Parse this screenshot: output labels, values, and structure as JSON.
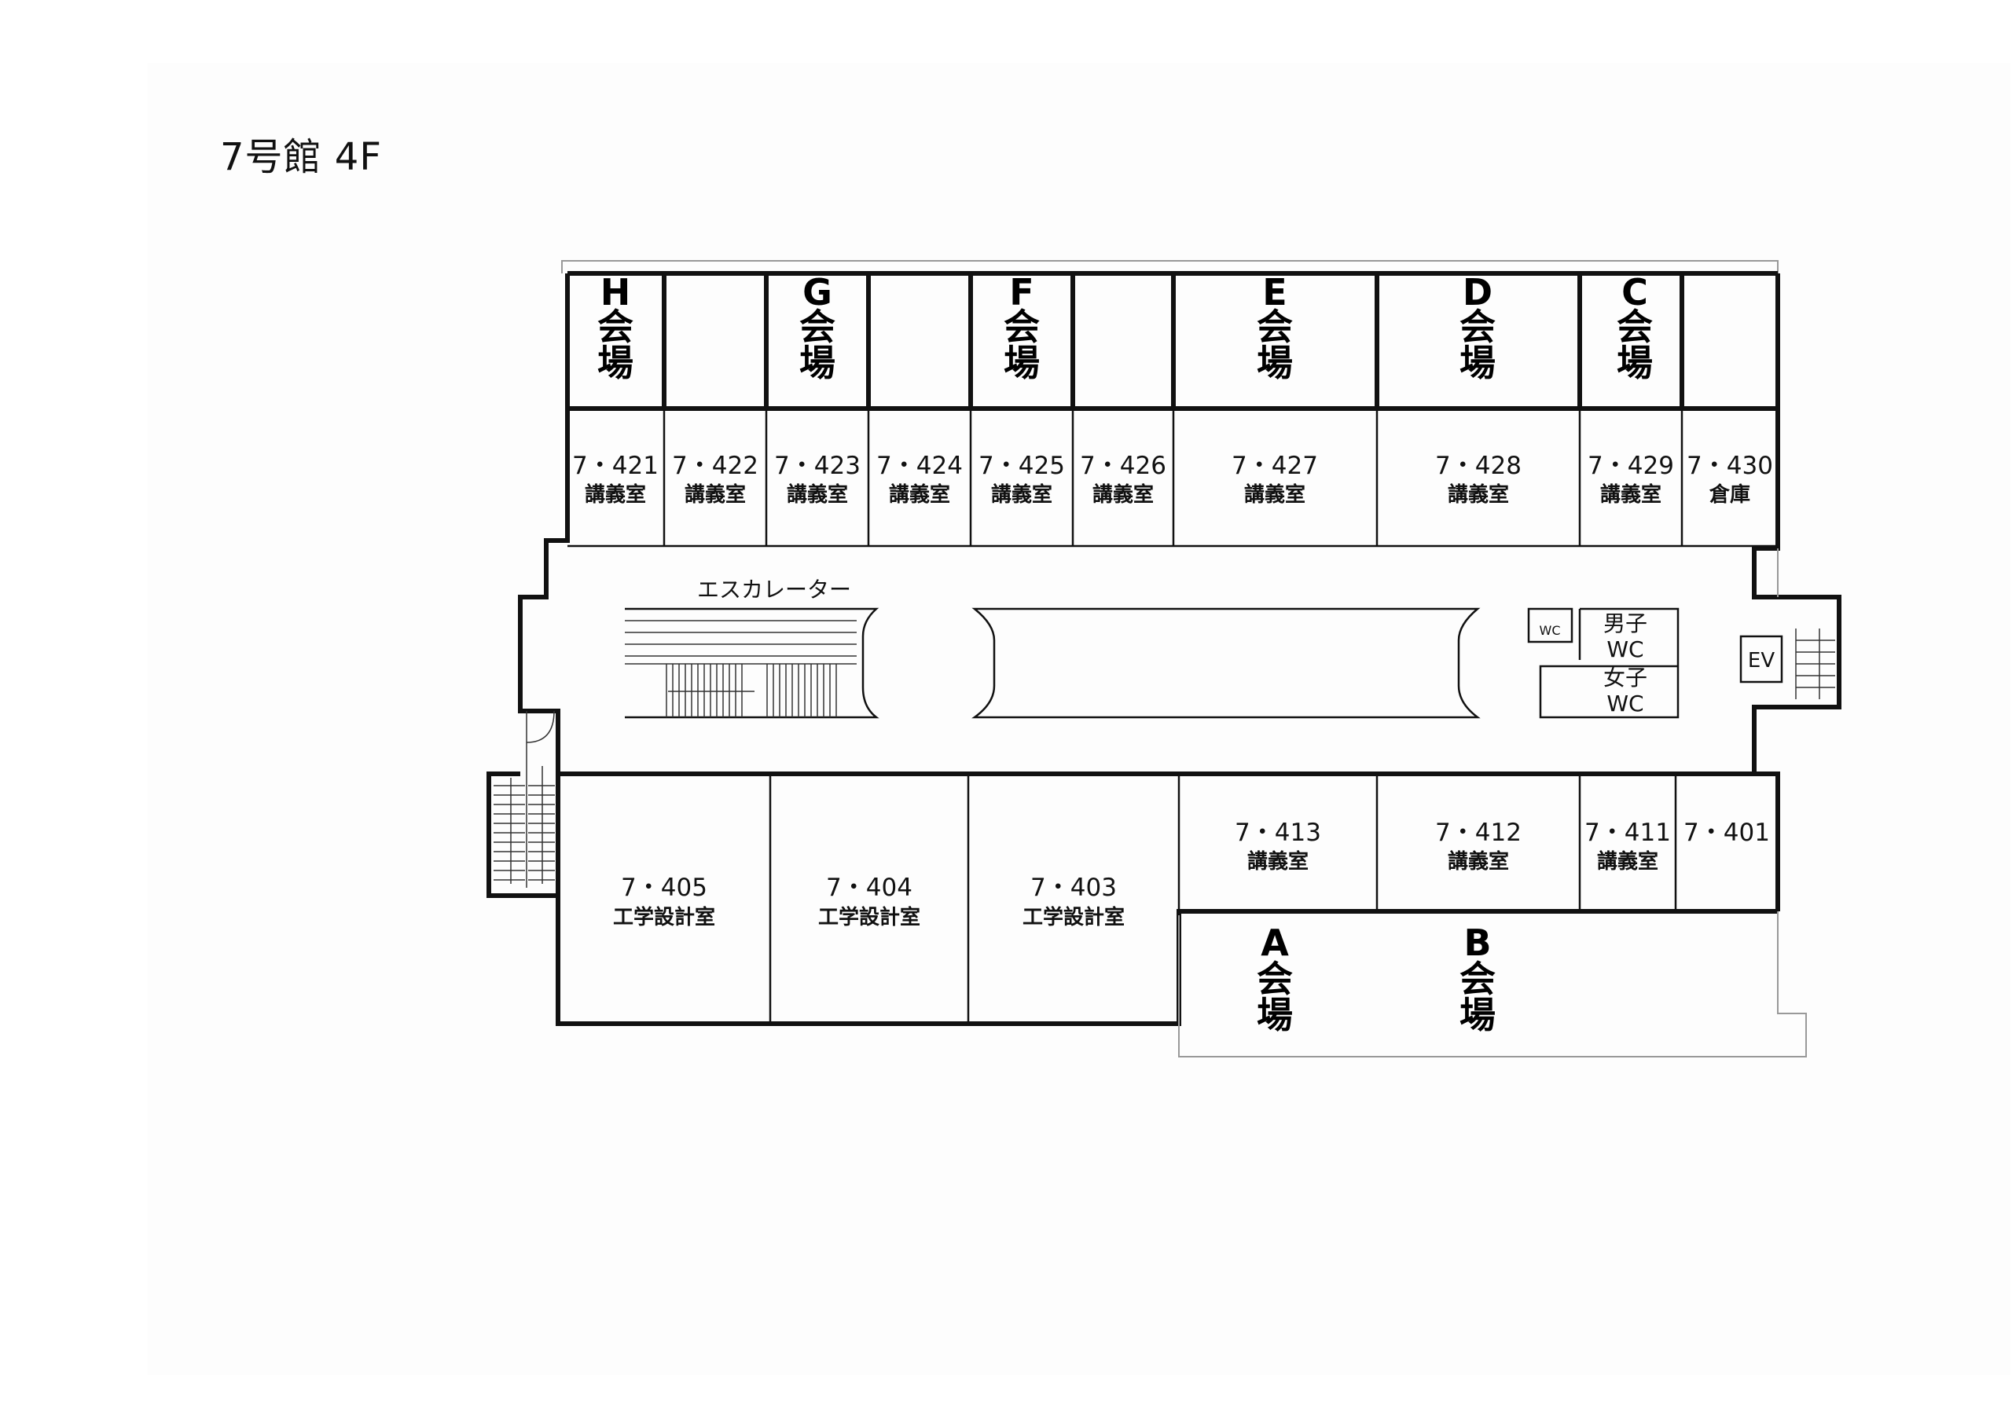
{
  "title": "7号館 4F",
  "venues": [
    {
      "letter": "H",
      "w1": "会",
      "w2": "場"
    },
    {
      "letter": "G",
      "w1": "会",
      "w2": "場"
    },
    {
      "letter": "F",
      "w1": "会",
      "w2": "場"
    },
    {
      "letter": "E",
      "w1": "会",
      "w2": "場"
    },
    {
      "letter": "D",
      "w1": "会",
      "w2": "場"
    },
    {
      "letter": "C",
      "w1": "会",
      "w2": "場"
    },
    {
      "letter": "A",
      "w1": "会",
      "w2": "場"
    },
    {
      "letter": "B",
      "w1": "会",
      "w2": "場"
    }
  ],
  "rooms": [
    {
      "number": "7・421",
      "use": "講義室"
    },
    {
      "number": "7・422",
      "use": "講義室"
    },
    {
      "number": "7・423",
      "use": "講義室"
    },
    {
      "number": "7・424",
      "use": "講義室"
    },
    {
      "number": "7・425",
      "use": "講義室"
    },
    {
      "number": "7・426",
      "use": "講義室"
    },
    {
      "number": "7・427",
      "use": "講義室"
    },
    {
      "number": "7・428",
      "use": "講義室"
    },
    {
      "number": "7・429",
      "use": "講義室"
    },
    {
      "number": "7・430",
      "use": "倉庫"
    },
    {
      "number": "7・405",
      "use": "工学設計室"
    },
    {
      "number": "7・404",
      "use": "工学設計室"
    },
    {
      "number": "7・403",
      "use": "工学設計室"
    },
    {
      "number": "7・413",
      "use": "講義室"
    },
    {
      "number": "7・412",
      "use": "講義室"
    },
    {
      "number": "7・411",
      "use": "講義室"
    },
    {
      "number": "7・401",
      "use": ""
    }
  ],
  "facilities": {
    "escalator": "エスカレーター",
    "mens_wc_1": "男子",
    "mens_wc_2": "WC",
    "womens_wc_1": "女子",
    "womens_wc_2": "WC",
    "elevator": "EV",
    "accessible_wc": "WC"
  }
}
